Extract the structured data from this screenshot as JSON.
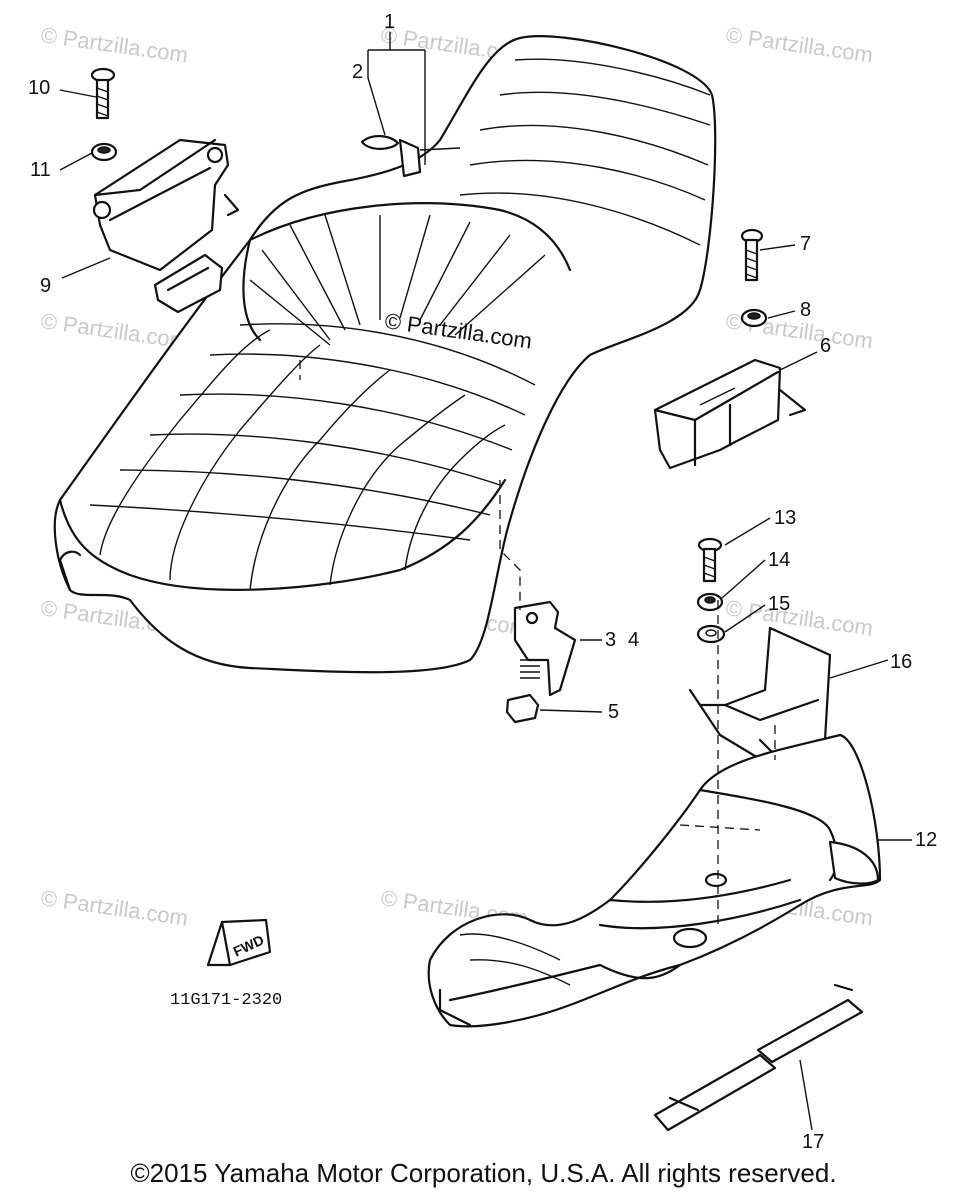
{
  "callouts": {
    "c1": "1",
    "c2": "2",
    "c3": "3",
    "c4": "4",
    "c5": "5",
    "c6": "6",
    "c7": "7",
    "c8": "8",
    "c9": "9",
    "c10": "10",
    "c11": "11",
    "c12": "12",
    "c13": "13",
    "c14": "14",
    "c15": "15",
    "c16": "16",
    "c17": "17"
  },
  "watermark": "© Partzilla.com",
  "center_watermark": "© Partzilla.com",
  "diagram_code": "11G171-2320",
  "fwd_label": "FWD",
  "copyright": "©2015 Yamaha Motor Corporation, U.S.A. All rights reserved."
}
